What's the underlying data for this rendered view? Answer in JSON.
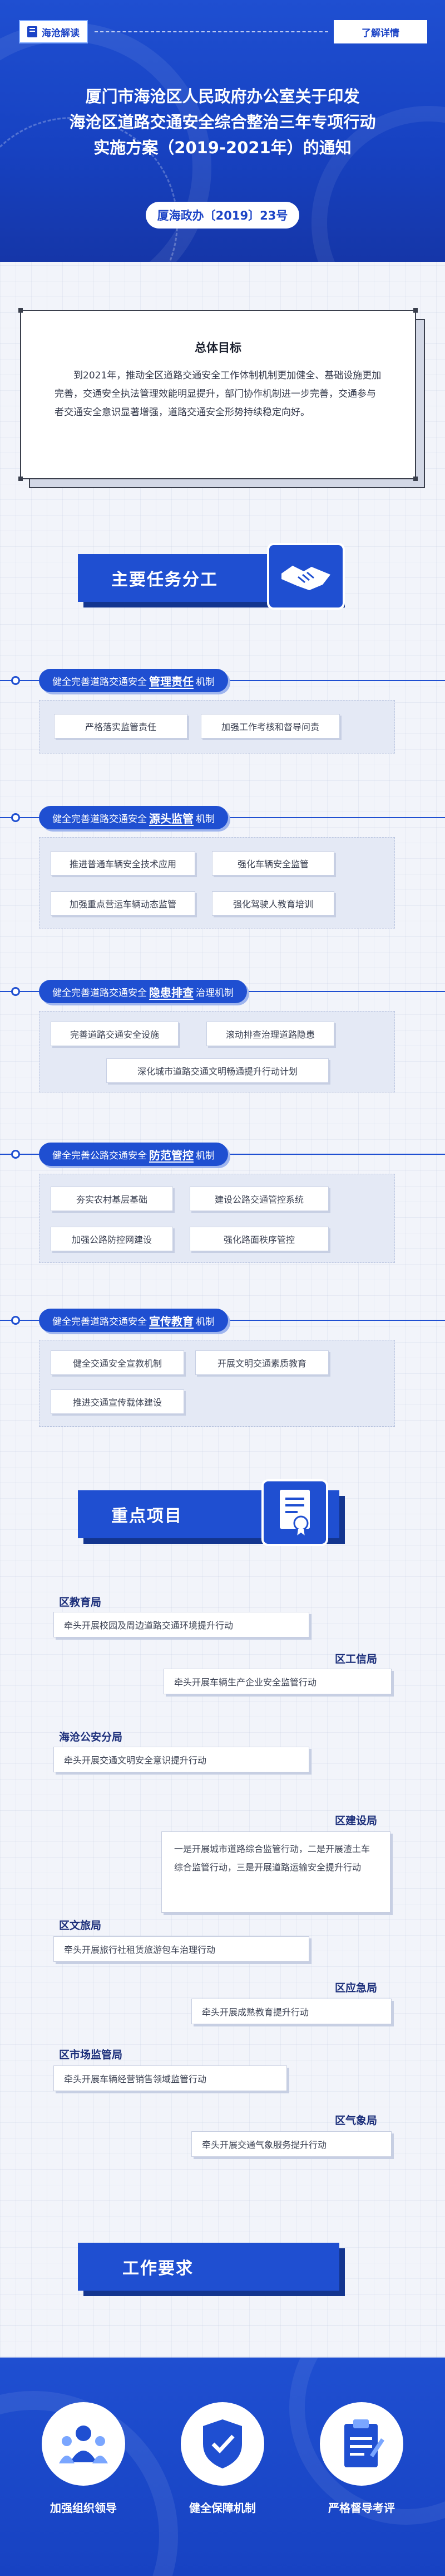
{
  "header": {
    "tag": "海沧解读",
    "link": "了解详情",
    "title_lines": [
      "厦门市海沧区人民政府办公室关于印发",
      "海沧区道路交通安全综合整治三年专项行动",
      "实施方案（2019-2021年）的通知"
    ],
    "doc_number": "厦海政办〔2019〕23号"
  },
  "goal": {
    "title": "总体目标",
    "text": "到2021年，推动全区道路交通安全工作体制机制更加健全、基础设施更加完善，交通安全执法管理效能明显提升，部门协作机制进一步完善，交通参与者交通安全意识显著增强，道路交通安全形势持续稳定向好。"
  },
  "main_tasks": {
    "heading": "主要任务分工",
    "items": [
      {
        "prefix": "健全完善道路交通安全",
        "keyword": "管理责任",
        "suffix": "机制",
        "chips": [
          "严格落实监管责任",
          "加强工作考核和督导问责"
        ]
      },
      {
        "prefix": "健全完善道路交通安全",
        "keyword": "源头监管",
        "suffix": "机制",
        "chips": [
          "推进普通车辆安全技术应用",
          "强化车辆安全监管",
          "加强重点营运车辆动态监管",
          "强化驾驶人教育培训"
        ]
      },
      {
        "prefix": "健全完善道路交通安全",
        "keyword": "隐患排查",
        "suffix": "治理机制",
        "chips": [
          "完善道路交通安全设施",
          "滚动排查治理道路隐患",
          "深化城市道路交通文明畅通提升行动计划"
        ]
      },
      {
        "prefix": "健全完善公路交通安全",
        "keyword": "防范管控",
        "suffix": "机制",
        "chips": [
          "夯实农村基层基础",
          "建设公路交通管控系统",
          "加强公路防控网建设",
          "强化路面秩序管控"
        ]
      },
      {
        "prefix": "健全完善道路交通安全",
        "keyword": "宣传教育",
        "suffix": "机制",
        "chips": [
          "健全交通安全宣教机制",
          "开展文明交通素质教育",
          "推进交通宣传载体建设"
        ]
      }
    ]
  },
  "key_projects": {
    "heading": "重点项目",
    "items": [
      {
        "dept": "区教育局",
        "text": "牵头开展校园及周边道路交通环境提升行动"
      },
      {
        "dept": "区工信局",
        "text": "牵头开展车辆生产企业安全监管行动"
      },
      {
        "dept": "海沧公安分局",
        "text": "牵头开展交通文明安全意识提升行动"
      },
      {
        "dept": "区建设局",
        "text": "一是开展城市道路综合监管行动，二是开展渣土车综合监管行动，三是开展道路运输安全提升行动"
      },
      {
        "dept": "区文旅局",
        "text": "牵头开展旅行社租赁旅游包车治理行动"
      },
      {
        "dept": "区应急局",
        "text": "牵头开展成熟教育提升行动"
      },
      {
        "dept": "区市场监管局",
        "text": "牵头开展车辆经营销售领域监管行动"
      },
      {
        "dept": "区气象局",
        "text": "牵头开展交通气象服务提升行动"
      }
    ]
  },
  "work_requirements": {
    "heading": "工作要求",
    "items": [
      "加强组织领导",
      "健全保障机制",
      "严格督导考评"
    ]
  },
  "colors": {
    "primary": "#1f4fd1",
    "dark": "#13358f",
    "panel": "#e4e9f5"
  }
}
